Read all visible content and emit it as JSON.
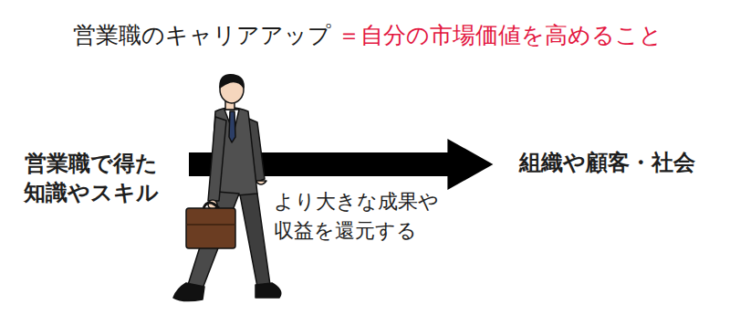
{
  "diagram": {
    "title": "営業職のキャリアアップ",
    "nodes": [
      {
        "text": [
          "営業職で得た 知識やスキル"
        ]
      },
      {
        "text": [
          "組織や顧客・社会"
        ]
      }
    ],
    "edges": [
      {
        "from": 0,
        "to": 1,
        "arrow": "to",
        "label": "より大きな成果や 収益を還元する"
      }
    ],
    "labels": [
      "＝自分の市場価値を高めること"
    ]
  }
}
